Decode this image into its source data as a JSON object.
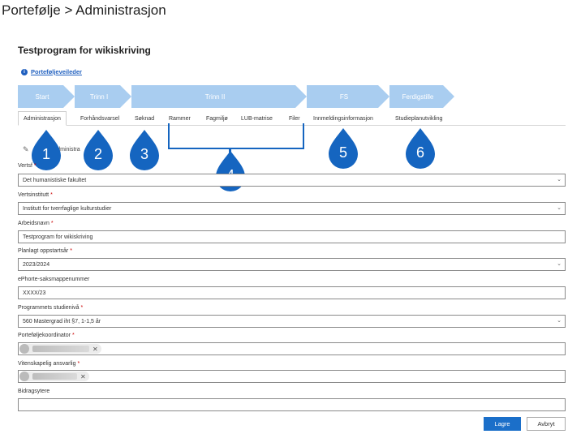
{
  "page_title": "Portefølje > Administrasjon",
  "program_title": "Testprogram for wikiskriving",
  "guide_link": "Porteføljeveileder",
  "steps": [
    "Start",
    "Trinn I",
    "Trinn II",
    "FS",
    "Ferdigstille"
  ],
  "tabs": [
    "Administrasjon",
    "Forhåndsvarsel",
    "Søknad",
    "Rammer",
    "Fagmiljø",
    "LUB-matrise",
    "Filer",
    "Innmeldingsinformasjon",
    "Studieplanutvikling"
  ],
  "callouts": [
    "1",
    "2",
    "3",
    "4",
    "5",
    "6"
  ],
  "edit_label": "Administra",
  "fields": {
    "vertsfakultet": {
      "label": "Vertsf",
      "value": "Det humanistiske fakultet"
    },
    "vertsinstitutt": {
      "label": "Vertsinstitutt",
      "value": "Institutt for tverrfaglige kulturstudier"
    },
    "arbeidsnavn": {
      "label": "Arbeidsnavn",
      "value": "Testprogram for wikiskriving"
    },
    "oppstartsar": {
      "label": "Planlagt oppstartsår",
      "value": "2023/2024"
    },
    "ephorte": {
      "label": "ePhorte-saksmappenummer",
      "value": "XXXX/23"
    },
    "studieniva": {
      "label": "Programmets studienivå",
      "value": "560 Mastergrad iht §7, 1-1,5 år"
    },
    "koordinator": {
      "label": "Porteføljekoordinator"
    },
    "ansvarlig": {
      "label": "Vitenskapelig ansvarlig"
    },
    "bidragsytere": {
      "label": "Bidragsytere",
      "value": ""
    }
  },
  "required_mark": "*",
  "buttons": {
    "save": "Lagre",
    "cancel": "Avbryt"
  },
  "colors": {
    "accent": "#1565c0",
    "step": "#a9cdf0",
    "primary_button": "#1b6fc9"
  }
}
